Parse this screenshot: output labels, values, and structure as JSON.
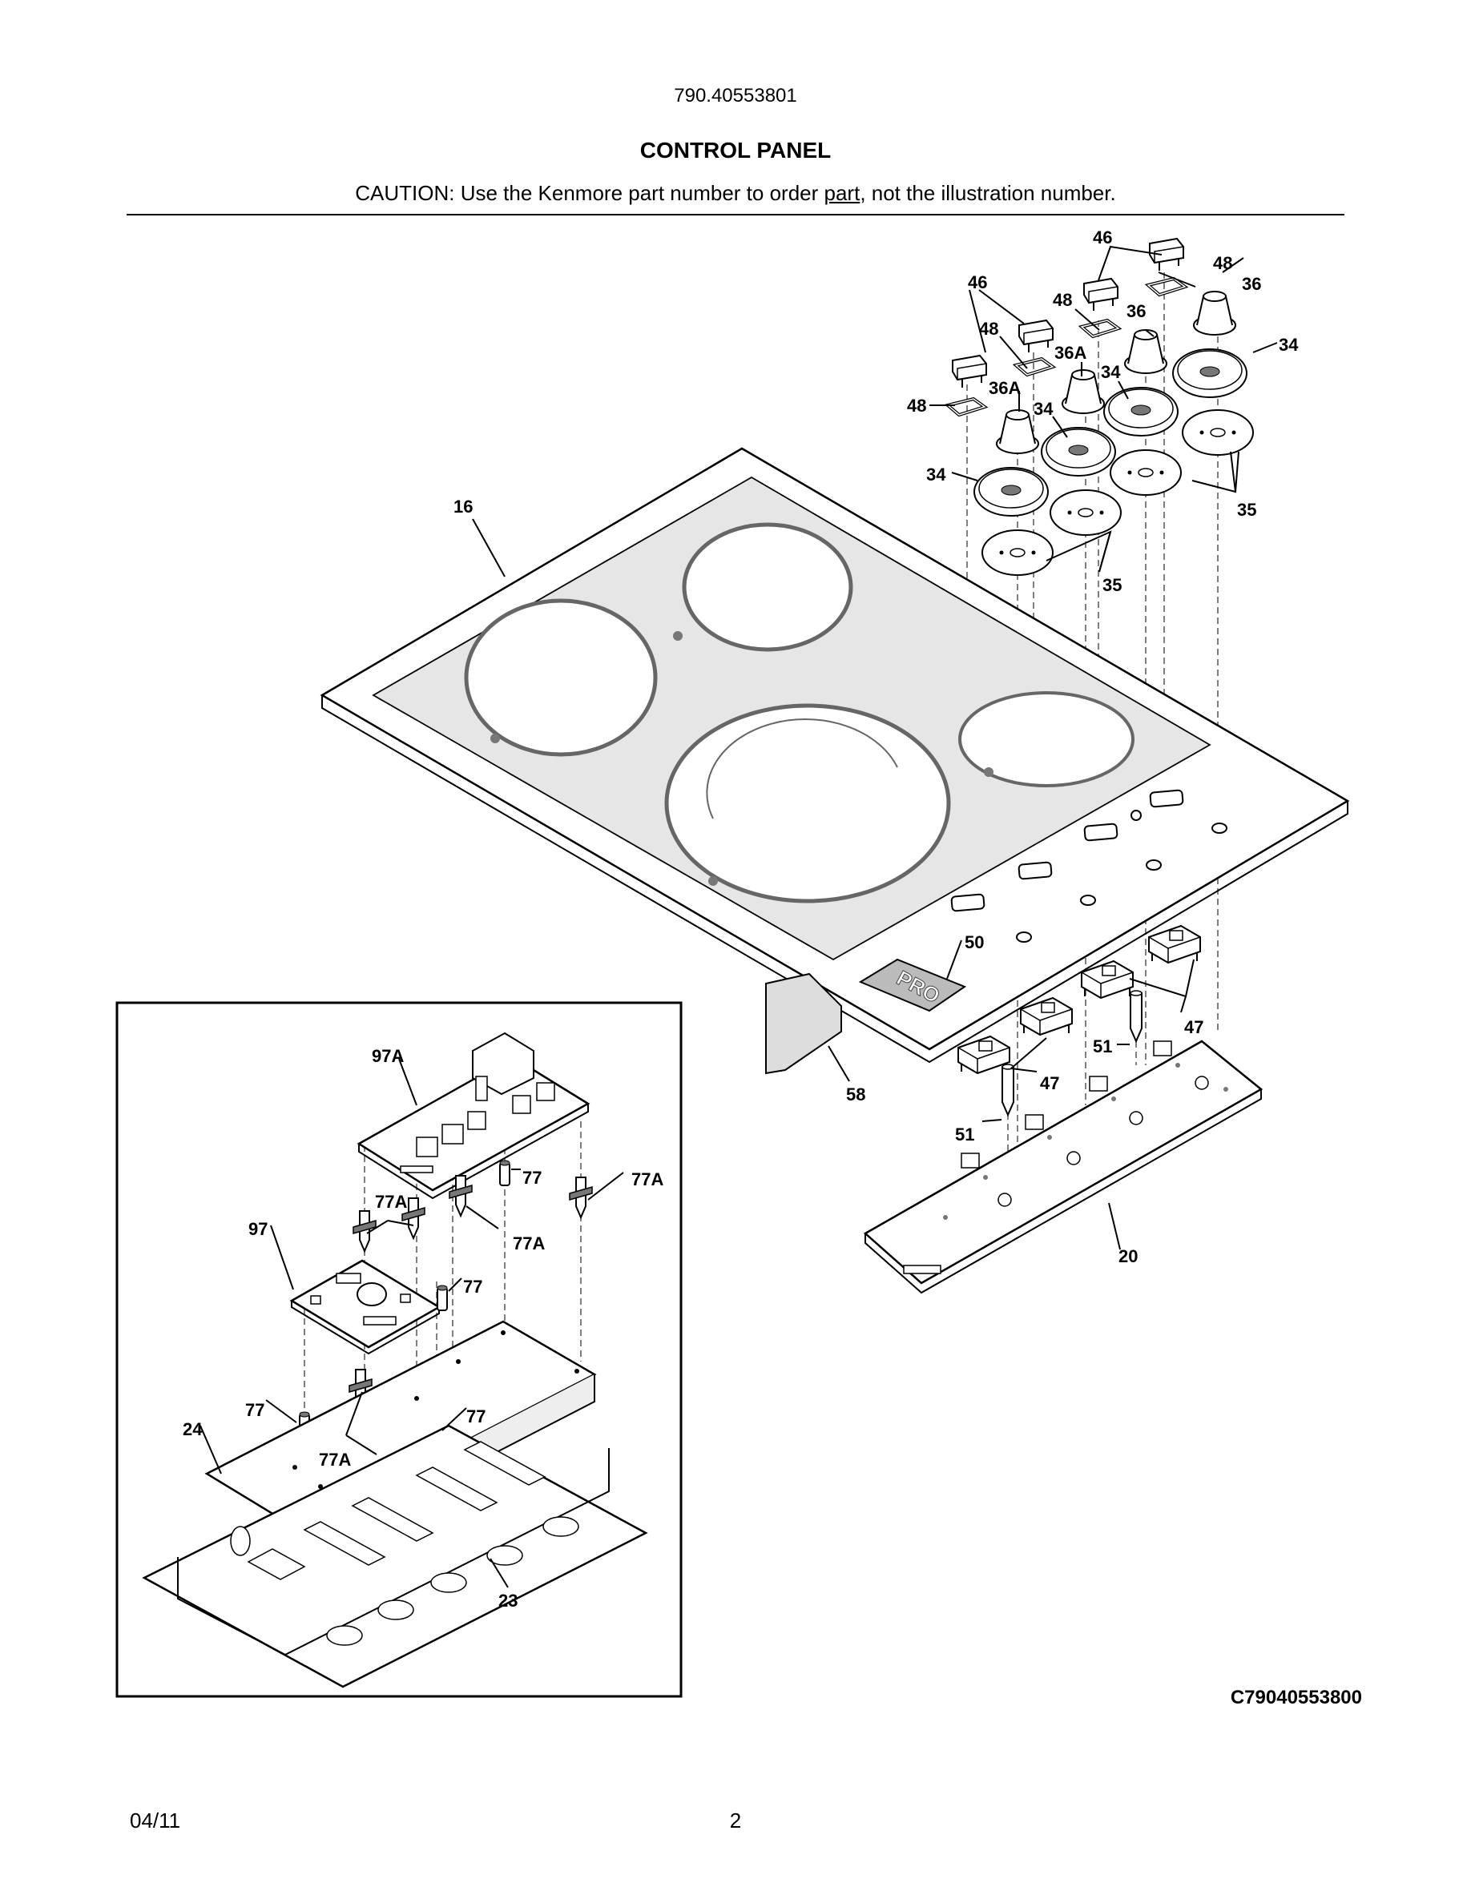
{
  "header": {
    "model_number": "790.40553801",
    "section_title": "CONTROL PANEL",
    "caution_prefix": "CAUTION: Use the Kenmore part number to order ",
    "caution_underlined": "part",
    "caution_suffix": ", not the illustration number."
  },
  "diagram": {
    "drawing_code": "C79040553800",
    "panel_badge": "PRO",
    "callouts": {
      "c46a": "46",
      "c46b": "46",
      "c48a": "48",
      "c48b": "48",
      "c48c": "48",
      "c48d": "48",
      "c36a": "36",
      "c36b": "36",
      "c36Aa": "36A",
      "c36Ab": "36A",
      "c34a": "34",
      "c34b": "34",
      "c34c": "34",
      "c34d": "34",
      "c35a": "35",
      "c35b": "35",
      "c16": "16",
      "c50": "50",
      "c58": "58",
      "c47a": "47",
      "c47b": "47",
      "c51a": "51",
      "c51b": "51",
      "c20": "20",
      "c97A": "97A",
      "c97": "97",
      "c77a": "77",
      "c77b": "77",
      "c77c": "77",
      "c77d": "77",
      "c77Aa": "77A",
      "c77Ab": "77A",
      "c77Ac": "77A",
      "c77Ad": "77A",
      "c24": "24",
      "c23": "23"
    }
  },
  "footer": {
    "date": "04/11",
    "page": "2"
  }
}
